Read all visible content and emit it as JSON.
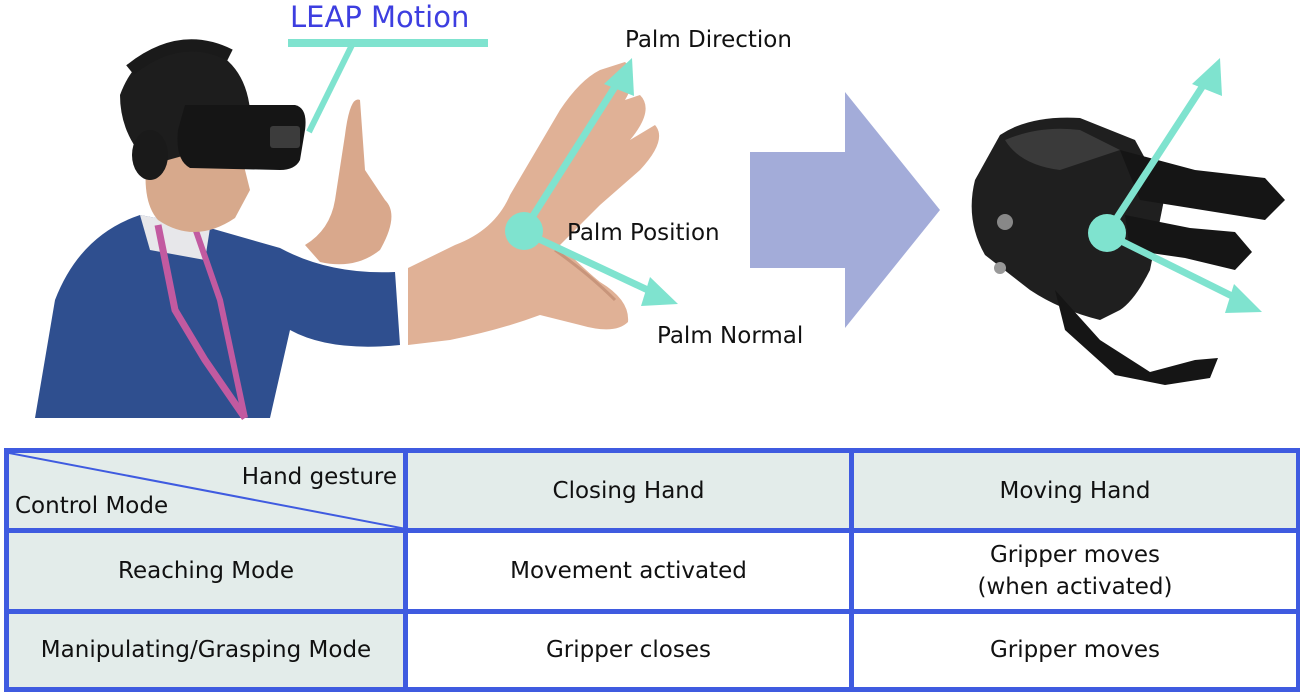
{
  "illustration": {
    "leap_label": "LEAP Motion",
    "palm_direction": "Palm Direction",
    "palm_position": "Palm Position",
    "palm_normal": "Palm Normal",
    "colors": {
      "vector": "#7fe3cf",
      "arrow": "#a3acd9",
      "leap_text": "#3d3ee0"
    }
  },
  "table": {
    "corner_top": "Hand gesture",
    "corner_bottom": "Control Mode",
    "columns": [
      "Closing Hand",
      "Moving Hand"
    ],
    "rows": [
      {
        "mode": "Reaching Mode",
        "closing": "Movement activated",
        "moving_line1": "Gripper moves",
        "moving_line2": "(when activated)"
      },
      {
        "mode": "Manipulating/Grasping Mode",
        "closing": "Gripper closes",
        "moving": "Gripper moves"
      }
    ],
    "colors": {
      "border": "#3f5be0",
      "header_bg": "#e3ecea"
    }
  }
}
